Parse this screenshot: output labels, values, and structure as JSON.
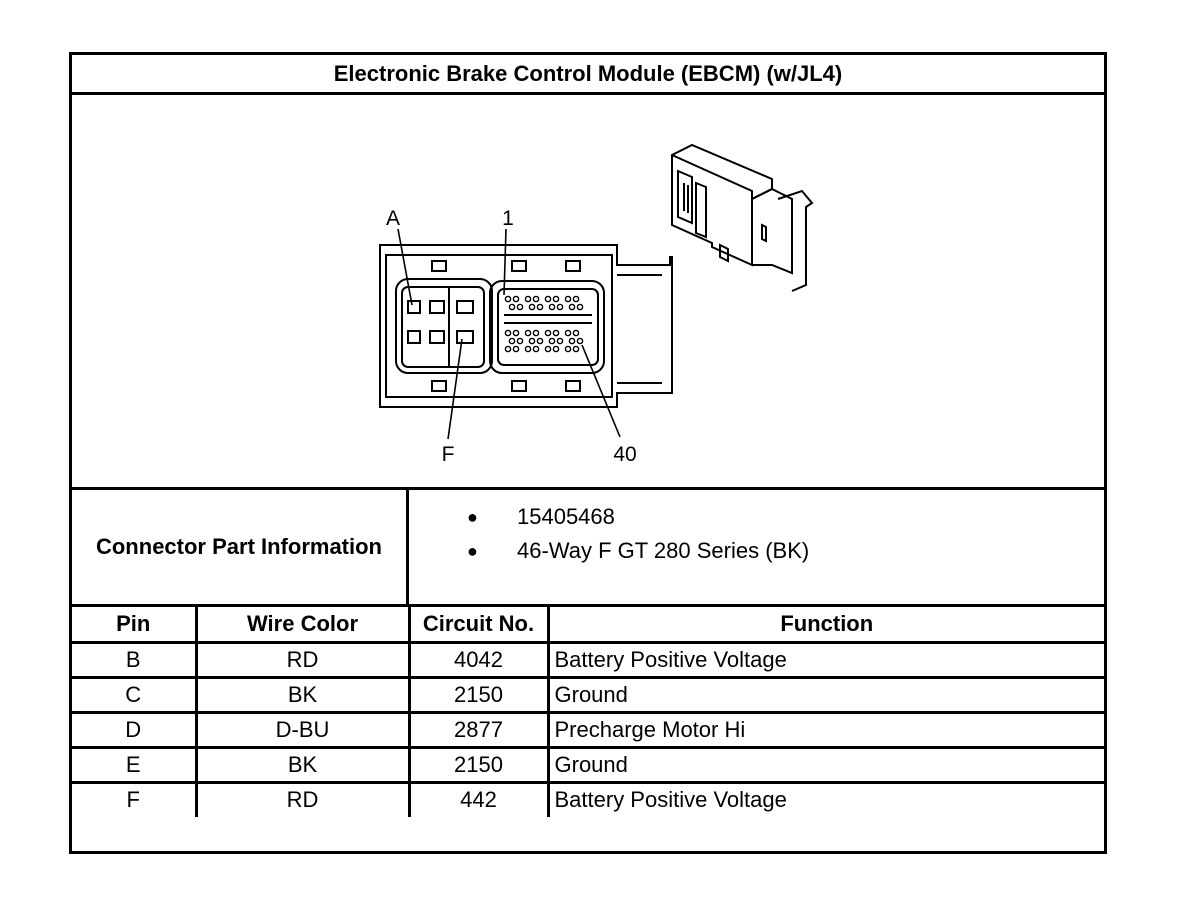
{
  "title": "Electronic Brake Control Module (EBCM) (w/JL4)",
  "figure": {
    "callouts": {
      "a": "A",
      "one": "1",
      "f": "F",
      "forty": "40"
    }
  },
  "connector_info": {
    "label": "Connector Part Information",
    "items": [
      "15405468",
      "46-Way F GT 280 Series (BK)"
    ]
  },
  "pin_table": {
    "headers": {
      "pin": "Pin",
      "wire_color": "Wire Color",
      "circuit": "Circuit No.",
      "function": "Function"
    },
    "rows": [
      {
        "pin": "B",
        "wire_color": "RD",
        "circuit": "4042",
        "function": "Battery Positive Voltage"
      },
      {
        "pin": "C",
        "wire_color": "BK",
        "circuit": "2150",
        "function": "Ground"
      },
      {
        "pin": "D",
        "wire_color": "D-BU",
        "circuit": "2877",
        "function": "Precharge Motor Hi"
      },
      {
        "pin": "E",
        "wire_color": "BK",
        "circuit": "2150",
        "function": "Ground"
      },
      {
        "pin": "F",
        "wire_color": "RD",
        "circuit": "442",
        "function": "Battery Positive Voltage"
      }
    ]
  }
}
